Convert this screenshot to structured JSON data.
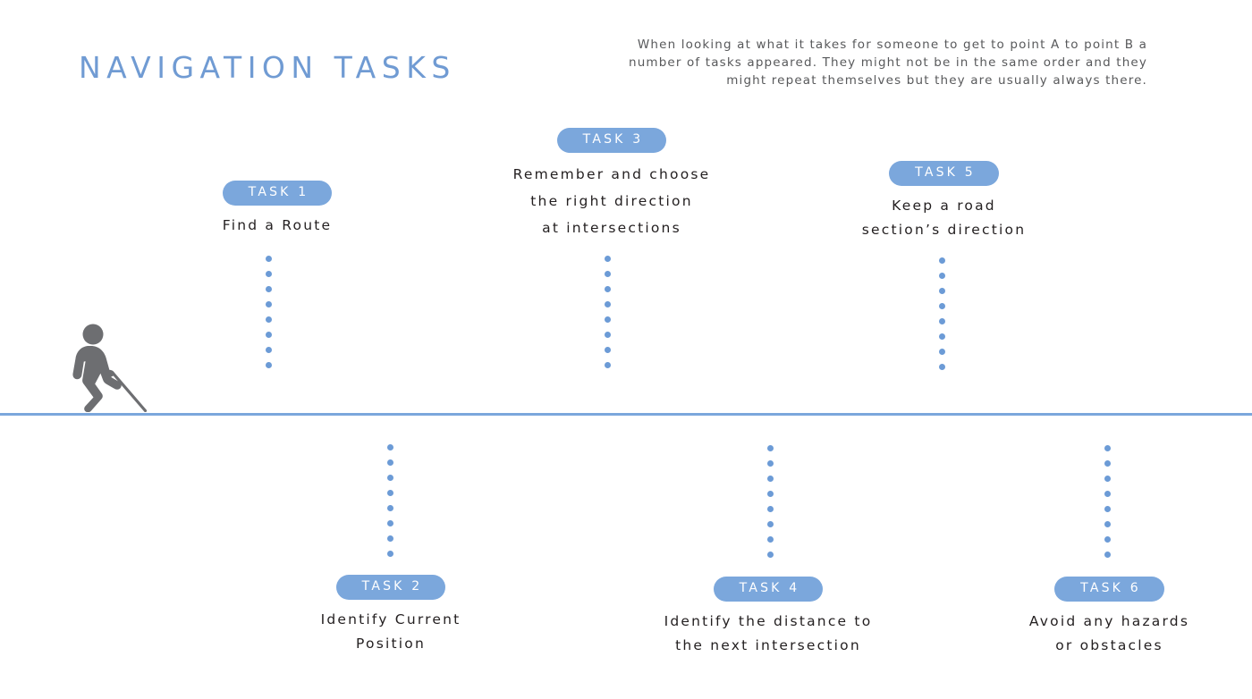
{
  "header": {
    "title": "NAVIGATION TASKS",
    "intro": "When looking at what it takes for someone to get to point A to point B a number of tasks appeared. They might not be in the same order and they might repeat themselves but they are usually always there."
  },
  "colors": {
    "accent": "#7BA7DC",
    "title": "#709BD3",
    "dot": "#6C9BD6",
    "text": "#231F20",
    "intro_text": "#58595B",
    "pictogram": "#6D6E71",
    "background": "#FFFFFF"
  },
  "pictogram": {
    "name": "blind-pedestrian-with-cane",
    "color": "#6D6E71"
  },
  "divider": {
    "color": "#7BA7DC"
  },
  "connectors": [
    {
      "id": "connector-task-1",
      "dot_count": 8,
      "row": "top"
    },
    {
      "id": "connector-task-3",
      "dot_count": 8,
      "row": "top"
    },
    {
      "id": "connector-task-5",
      "dot_count": 8,
      "row": "top"
    },
    {
      "id": "connector-task-2",
      "dot_count": 8,
      "row": "bottom"
    },
    {
      "id": "connector-task-4",
      "dot_count": 8,
      "row": "bottom"
    },
    {
      "id": "connector-task-6",
      "dot_count": 8,
      "row": "bottom"
    }
  ],
  "tasks": [
    {
      "id": "task-1",
      "badge": "TASK 1",
      "label": "Find a Route",
      "row": "top"
    },
    {
      "id": "task-2",
      "badge": "TASK 2",
      "label": "Identify Current\nPosition",
      "row": "bottom"
    },
    {
      "id": "task-3",
      "badge": "TASK 3",
      "label": "Remember and choose\nthe right direction\nat intersections",
      "row": "top"
    },
    {
      "id": "task-4",
      "badge": "TASK 4",
      "label": "Identify the distance to\nthe next intersection",
      "row": "bottom"
    },
    {
      "id": "task-5",
      "badge": "TASK 5",
      "label": "Keep a road\nsection’s direction",
      "row": "top"
    },
    {
      "id": "task-6",
      "badge": "TASK 6",
      "label": "Avoid any hazards\nor obstacles",
      "row": "bottom"
    }
  ]
}
